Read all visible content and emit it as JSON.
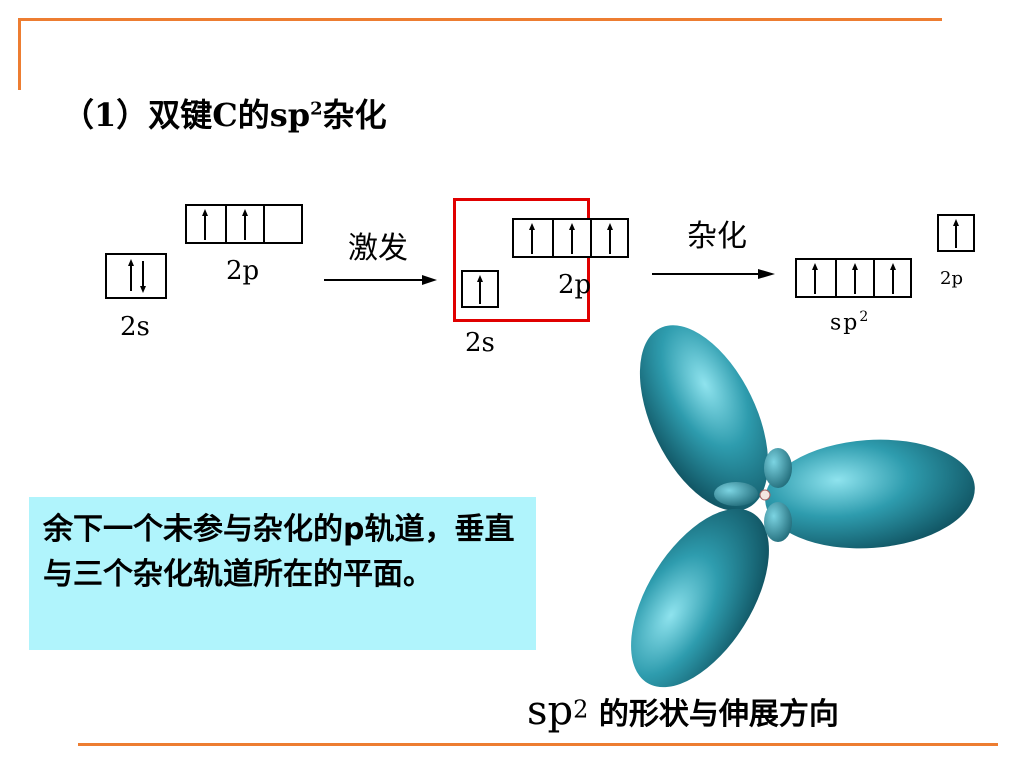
{
  "title": {
    "prefix": "（1）双键C的sp",
    "sup": "2",
    "suffix": "杂化"
  },
  "diagram": {
    "ground": {
      "s_label": "2s",
      "p_label": "2p"
    },
    "excite_label": "激发",
    "excited": {
      "s_label": "2s",
      "p_label": "2p"
    },
    "hybridize_label": "杂化",
    "hybrid": {
      "sp_label": "sp",
      "sp_sup": "2",
      "p_label": "2p"
    }
  },
  "note": {
    "text": "余下一个未参与杂化的p轨道，垂直与三个杂化轨道所在的平面。"
  },
  "caption": {
    "sp": "sp",
    "sup": "2",
    "text": " 的形状与伸展方向"
  },
  "colors": {
    "accent": "#ED7D31",
    "highlight": "#E00000",
    "note_bg": "#B0F4FC",
    "orbital": "#2E9CAE"
  },
  "icons": {
    "up": "up-arrow-icon",
    "down": "down-arrow-icon",
    "right": "right-arrow-icon"
  }
}
